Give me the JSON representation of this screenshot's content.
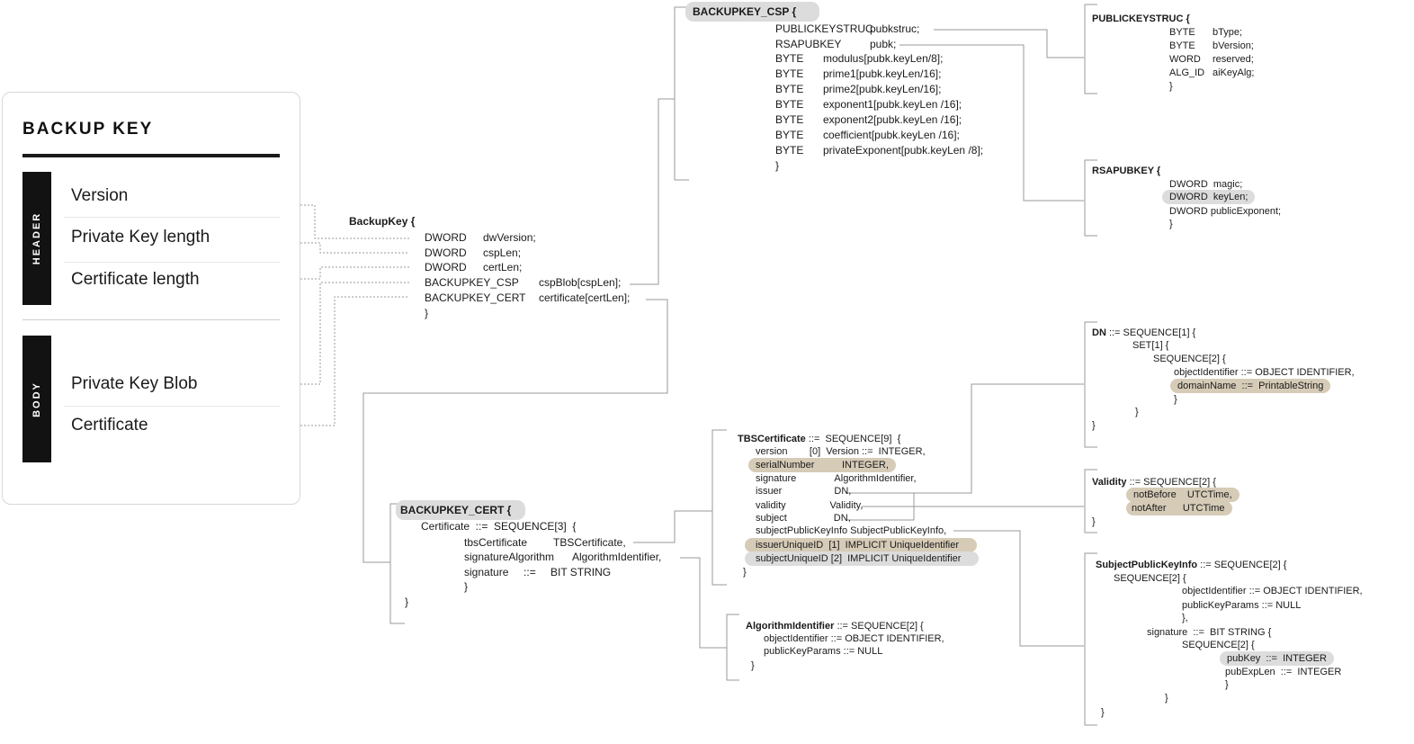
{
  "legend": {
    "title": "BACKUP KEY",
    "header_label": "HEADER",
    "body_label": "BODY",
    "header_items": [
      "Version",
      "Private Key length",
      "Certificate length"
    ],
    "body_items": [
      "Private Key Blob",
      "Certificate"
    ]
  },
  "backupkey": {
    "title": "BackupKey {",
    "rows": [
      [
        "DWORD",
        "dwVersion;"
      ],
      [
        "DWORD",
        "cspLen;"
      ],
      [
        "DWORD",
        "certLen;"
      ],
      [
        "BACKUPKEY_CSP",
        "cspBlob[cspLen];"
      ],
      [
        "BACKUPKEY_CERT",
        "certificate[certLen];"
      ]
    ],
    "close": "}"
  },
  "csp": {
    "title": "BACKUPKEY_CSP {",
    "rows": [
      [
        "PUBLICKEYSTRUC",
        "pubkstruc;"
      ],
      [
        "RSAPUBKEY",
        "pubk;"
      ],
      [
        "BYTE",
        "modulus[pubk.keyLen/8];"
      ],
      [
        "BYTE",
        "prime1[pubk.keyLen/16];"
      ],
      [
        "BYTE",
        "prime2[pubk.keyLen/16];"
      ],
      [
        "BYTE",
        "exponent1[pubk.keyLen /16];"
      ],
      [
        "BYTE",
        "exponent2[pubk.keyLen /16];"
      ],
      [
        "BYTE",
        "coefficient[pubk.keyLen /16];"
      ],
      [
        "BYTE",
        "privateExponent[pubk.keyLen /8];"
      ]
    ],
    "close": "}"
  },
  "publickeystruc": {
    "title": "PUBLICKEYSTRUC {",
    "rows": [
      [
        "BYTE",
        "bType;"
      ],
      [
        "BYTE",
        "bVersion;"
      ],
      [
        "WORD",
        "reserved;"
      ],
      [
        "ALG_ID",
        "aiKeyAlg;"
      ]
    ],
    "close": "}"
  },
  "rsapubkey": {
    "title": "RSAPUBKEY {",
    "rows": [
      "DWORD  magic;",
      "DWORD  keyLen;",
      "DWORD publicExponent;"
    ],
    "close": "}"
  },
  "cert": {
    "title": "BACKUPKEY_CERT {",
    "line1": "Certificate  ::=  SEQUENCE[3]  {",
    "rows": [
      [
        "tbsCertificate",
        "TBSCertificate,"
      ],
      [
        "signatureAlgorithm",
        "AlgorithmIdentifier,"
      ],
      [
        "signature     ::=",
        "BIT STRING"
      ]
    ],
    "inner_close": "}",
    "close": "}"
  },
  "tbs": {
    "title": "TBSCertificate",
    "title_rest": " ::=  SEQUENCE[9]  {",
    "rows": [
      "version        [0]  Version ::=  INTEGER,",
      "serialNumber          INTEGER,",
      "signature              AlgorithmIdentifier,",
      "issuer                   DN,",
      "validity                Validity,",
      "subject                 DN,",
      "subjectPublicKeyInfo SubjectPublicKeyInfo,",
      "issuerUniqueID  [1]  IMPLICIT UniqueIdentifier",
      "subjectUniqueID [2]  IMPLICIT UniqueIdentifier"
    ],
    "close": "}"
  },
  "algid": {
    "title": "AlgorithmIdentifier",
    "title_rest": " ::= SEQUENCE[2] {",
    "rows": [
      "objectIdentifier ::= OBJECT IDENTIFIER,",
      "publicKeyParams ::= NULL"
    ],
    "close": "}"
  },
  "dn": {
    "title": "DN",
    "title_rest": " ::= SEQUENCE[1] {",
    "rows": [
      "SET[1] {",
      "SEQUENCE[2] {",
      "objectIdentifier ::= OBJECT IDENTIFIER,",
      "domainName  ::=  PrintableString",
      "}",
      "}"
    ],
    "close": "}"
  },
  "validity": {
    "title": "Validity",
    "title_rest": " ::= SEQUENCE[2] {",
    "rows": [
      "notBefore    UTCTime,",
      "notAfter      UTCTime"
    ],
    "close": "}"
  },
  "spki": {
    "title": "SubjectPublicKeyInfo",
    "title_rest": " ::= SEQUENCE[2] {",
    "rows": [
      "SEQUENCE[2] {",
      "objectIdentifier ::= OBJECT IDENTIFIER,",
      "publicKeyParams ::= NULL",
      "},",
      "signature  ::=  BIT STRING {",
      "SEQUENCE[2] {",
      "pubKey  ::=  INTEGER",
      "pubExpLen  ::=  INTEGER",
      "}",
      "}"
    ],
    "close": "}"
  }
}
